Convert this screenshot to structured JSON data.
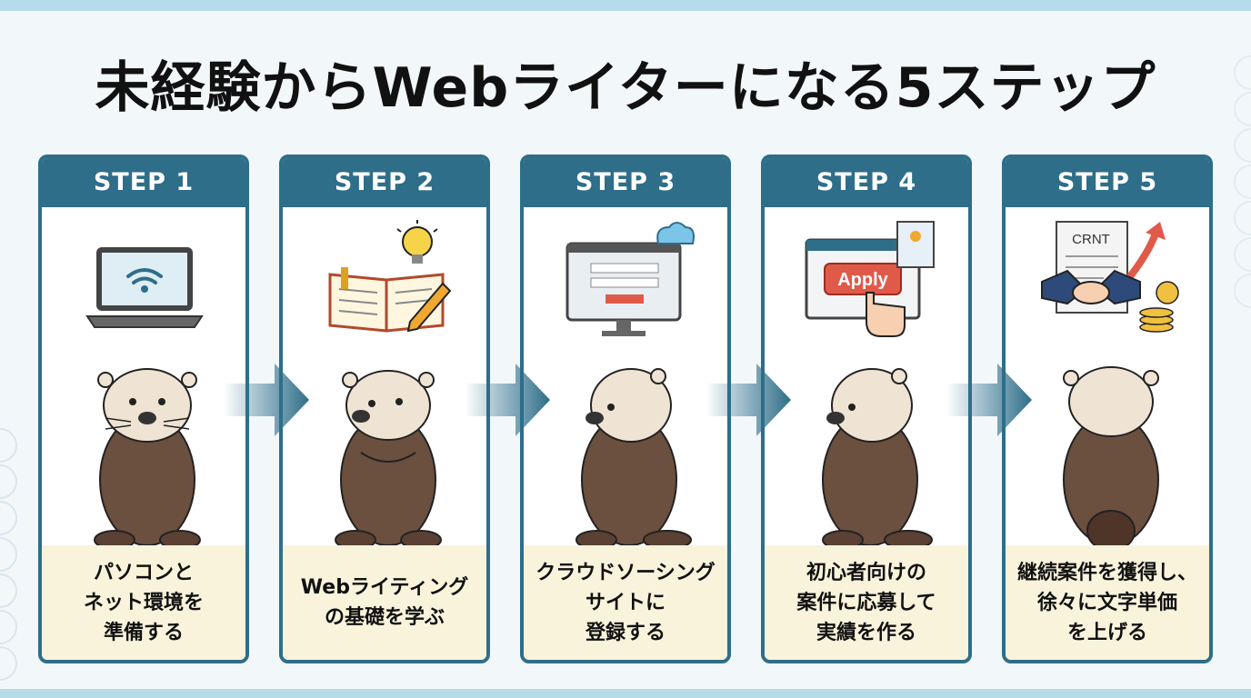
{
  "title": "未経験からWebライターになる5ステップ",
  "steps": [
    {
      "label": "STEP 1",
      "text": "パソコンと\nネット環境を\n準備する",
      "icon": "laptop-wifi-icon"
    },
    {
      "label": "STEP 2",
      "text": "Webライティング\nの基礎を学ぶ",
      "icon": "book-lightbulb-pencil-icon"
    },
    {
      "label": "STEP 3",
      "text": "クラウドソーシング\nサイトに\n登録する",
      "icon": "monitor-cloud-form-icon"
    },
    {
      "label": "STEP 4",
      "text": "初心者向けの\n案件に応募して\n実績を作る",
      "icon": "apply-button-click-icon",
      "button": "Apply"
    },
    {
      "label": "STEP 5",
      "text": "継続案件を獲得し、\n徐々に文字単価\nを上げる",
      "icon": "contract-handshake-coins-icon",
      "doc": "CRNT"
    }
  ],
  "colors": {
    "accent": "#2e6e89",
    "caption_bg": "#faf3dc",
    "otter_fur": "#6b4f3f",
    "otter_face": "#efe3d3"
  }
}
